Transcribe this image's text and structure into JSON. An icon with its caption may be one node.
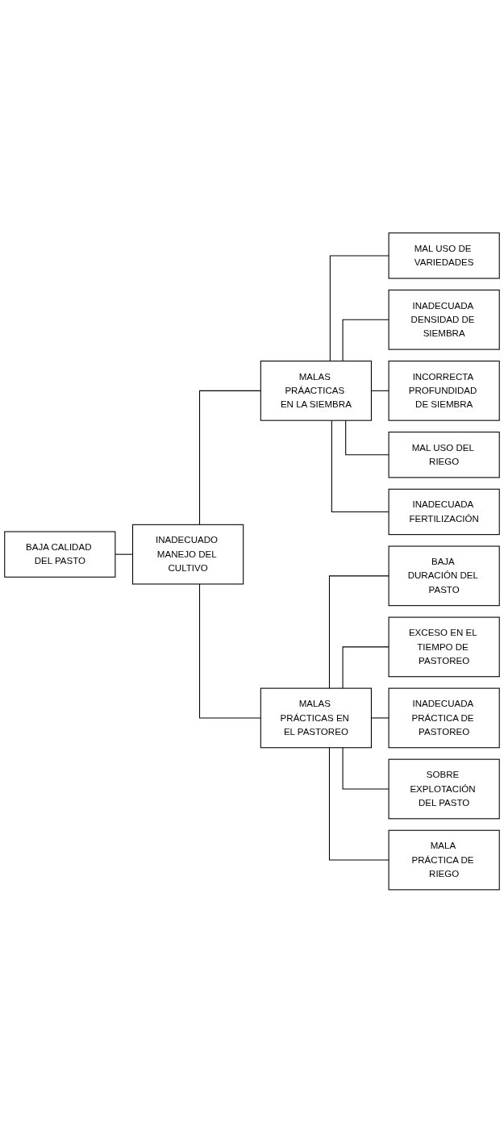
{
  "diagram": {
    "nodes": [
      {
        "text": [
          "BAJA CALIDAD DEL PASTO"
        ]
      },
      {
        "text": [
          "INADECUADO MANEJO DEL CULTIVO"
        ]
      },
      {
        "text": [
          "MALAS PRÁACTICAS EN LA SIEMBRA"
        ]
      },
      {
        "text": [
          "MALAS PRÁCTICAS EN EL PASTOREO"
        ]
      },
      {
        "text": [
          "MAL USO DE VARIEDADES"
        ]
      },
      {
        "text": [
          "INADECUADA DENSIDAD DE SIEMBRA"
        ]
      },
      {
        "text": [
          "INCORRECTA PROFUNDIDAD DE SIEMBRA"
        ]
      },
      {
        "text": [
          "MAL USO DEL RIEGO"
        ]
      },
      {
        "text": [
          "INADECUADA FERTILIZACIÓN"
        ]
      },
      {
        "text": [
          "BAJA DURACIÓN DEL PASTO"
        ]
      },
      {
        "text": [
          "EXCESO EN EL TIEMPO DE PASTOREO"
        ]
      },
      {
        "text": [
          "INADECUADA PRÁCTICA DE PASTOREO"
        ]
      },
      {
        "text": [
          "SOBRE EXPLOTACIÓN DEL PASTO"
        ]
      },
      {
        "text": [
          "MALA PRÁCTICA DE RIEGO"
        ]
      }
    ],
    "edges": [
      {
        "from": 0,
        "to": 1,
        "arrow": "none"
      },
      {
        "from": 1,
        "to": 2,
        "arrow": "none"
      },
      {
        "from": 1,
        "to": 3,
        "arrow": "none"
      },
      {
        "from": 2,
        "to": 4,
        "arrow": "none"
      },
      {
        "from": 2,
        "to": 5,
        "arrow": "none"
      },
      {
        "from": 2,
        "to": 6,
        "arrow": "none"
      },
      {
        "from": 2,
        "to": 7,
        "arrow": "none"
      },
      {
        "from": 2,
        "to": 8,
        "arrow": "none"
      },
      {
        "from": 3,
        "to": 9,
        "arrow": "none"
      },
      {
        "from": 3,
        "to": 10,
        "arrow": "none"
      },
      {
        "from": 3,
        "to": 11,
        "arrow": "none"
      },
      {
        "from": 3,
        "to": 12,
        "arrow": "none"
      },
      {
        "from": 3,
        "to": 13,
        "arrow": "none"
      }
    ]
  }
}
